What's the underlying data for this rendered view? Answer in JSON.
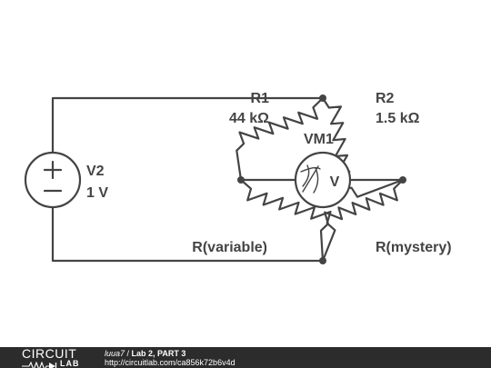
{
  "circuit": {
    "source": {
      "name": "V2",
      "value": "1 V"
    },
    "r1": {
      "name": "R1",
      "value": "44 kΩ"
    },
    "r2": {
      "name": "R2",
      "value": "1.5 kΩ"
    },
    "meter": {
      "name": "VM1",
      "symbol": "V"
    },
    "r_variable": {
      "label": "R(variable)"
    },
    "r_mystery": {
      "label": "R(mystery)"
    }
  },
  "footer": {
    "logo_top": "CIRCUIT",
    "logo_bottom": "LAB",
    "user": "luua7",
    "separator": " / ",
    "title": "Lab 2, PART 3",
    "url": "http://circuitlab.com/ca856k72b6v4d",
    "background": "#2c2c2c"
  },
  "colors": {
    "wire": "#444444",
    "text": "#444444",
    "background": "#ffffff"
  }
}
